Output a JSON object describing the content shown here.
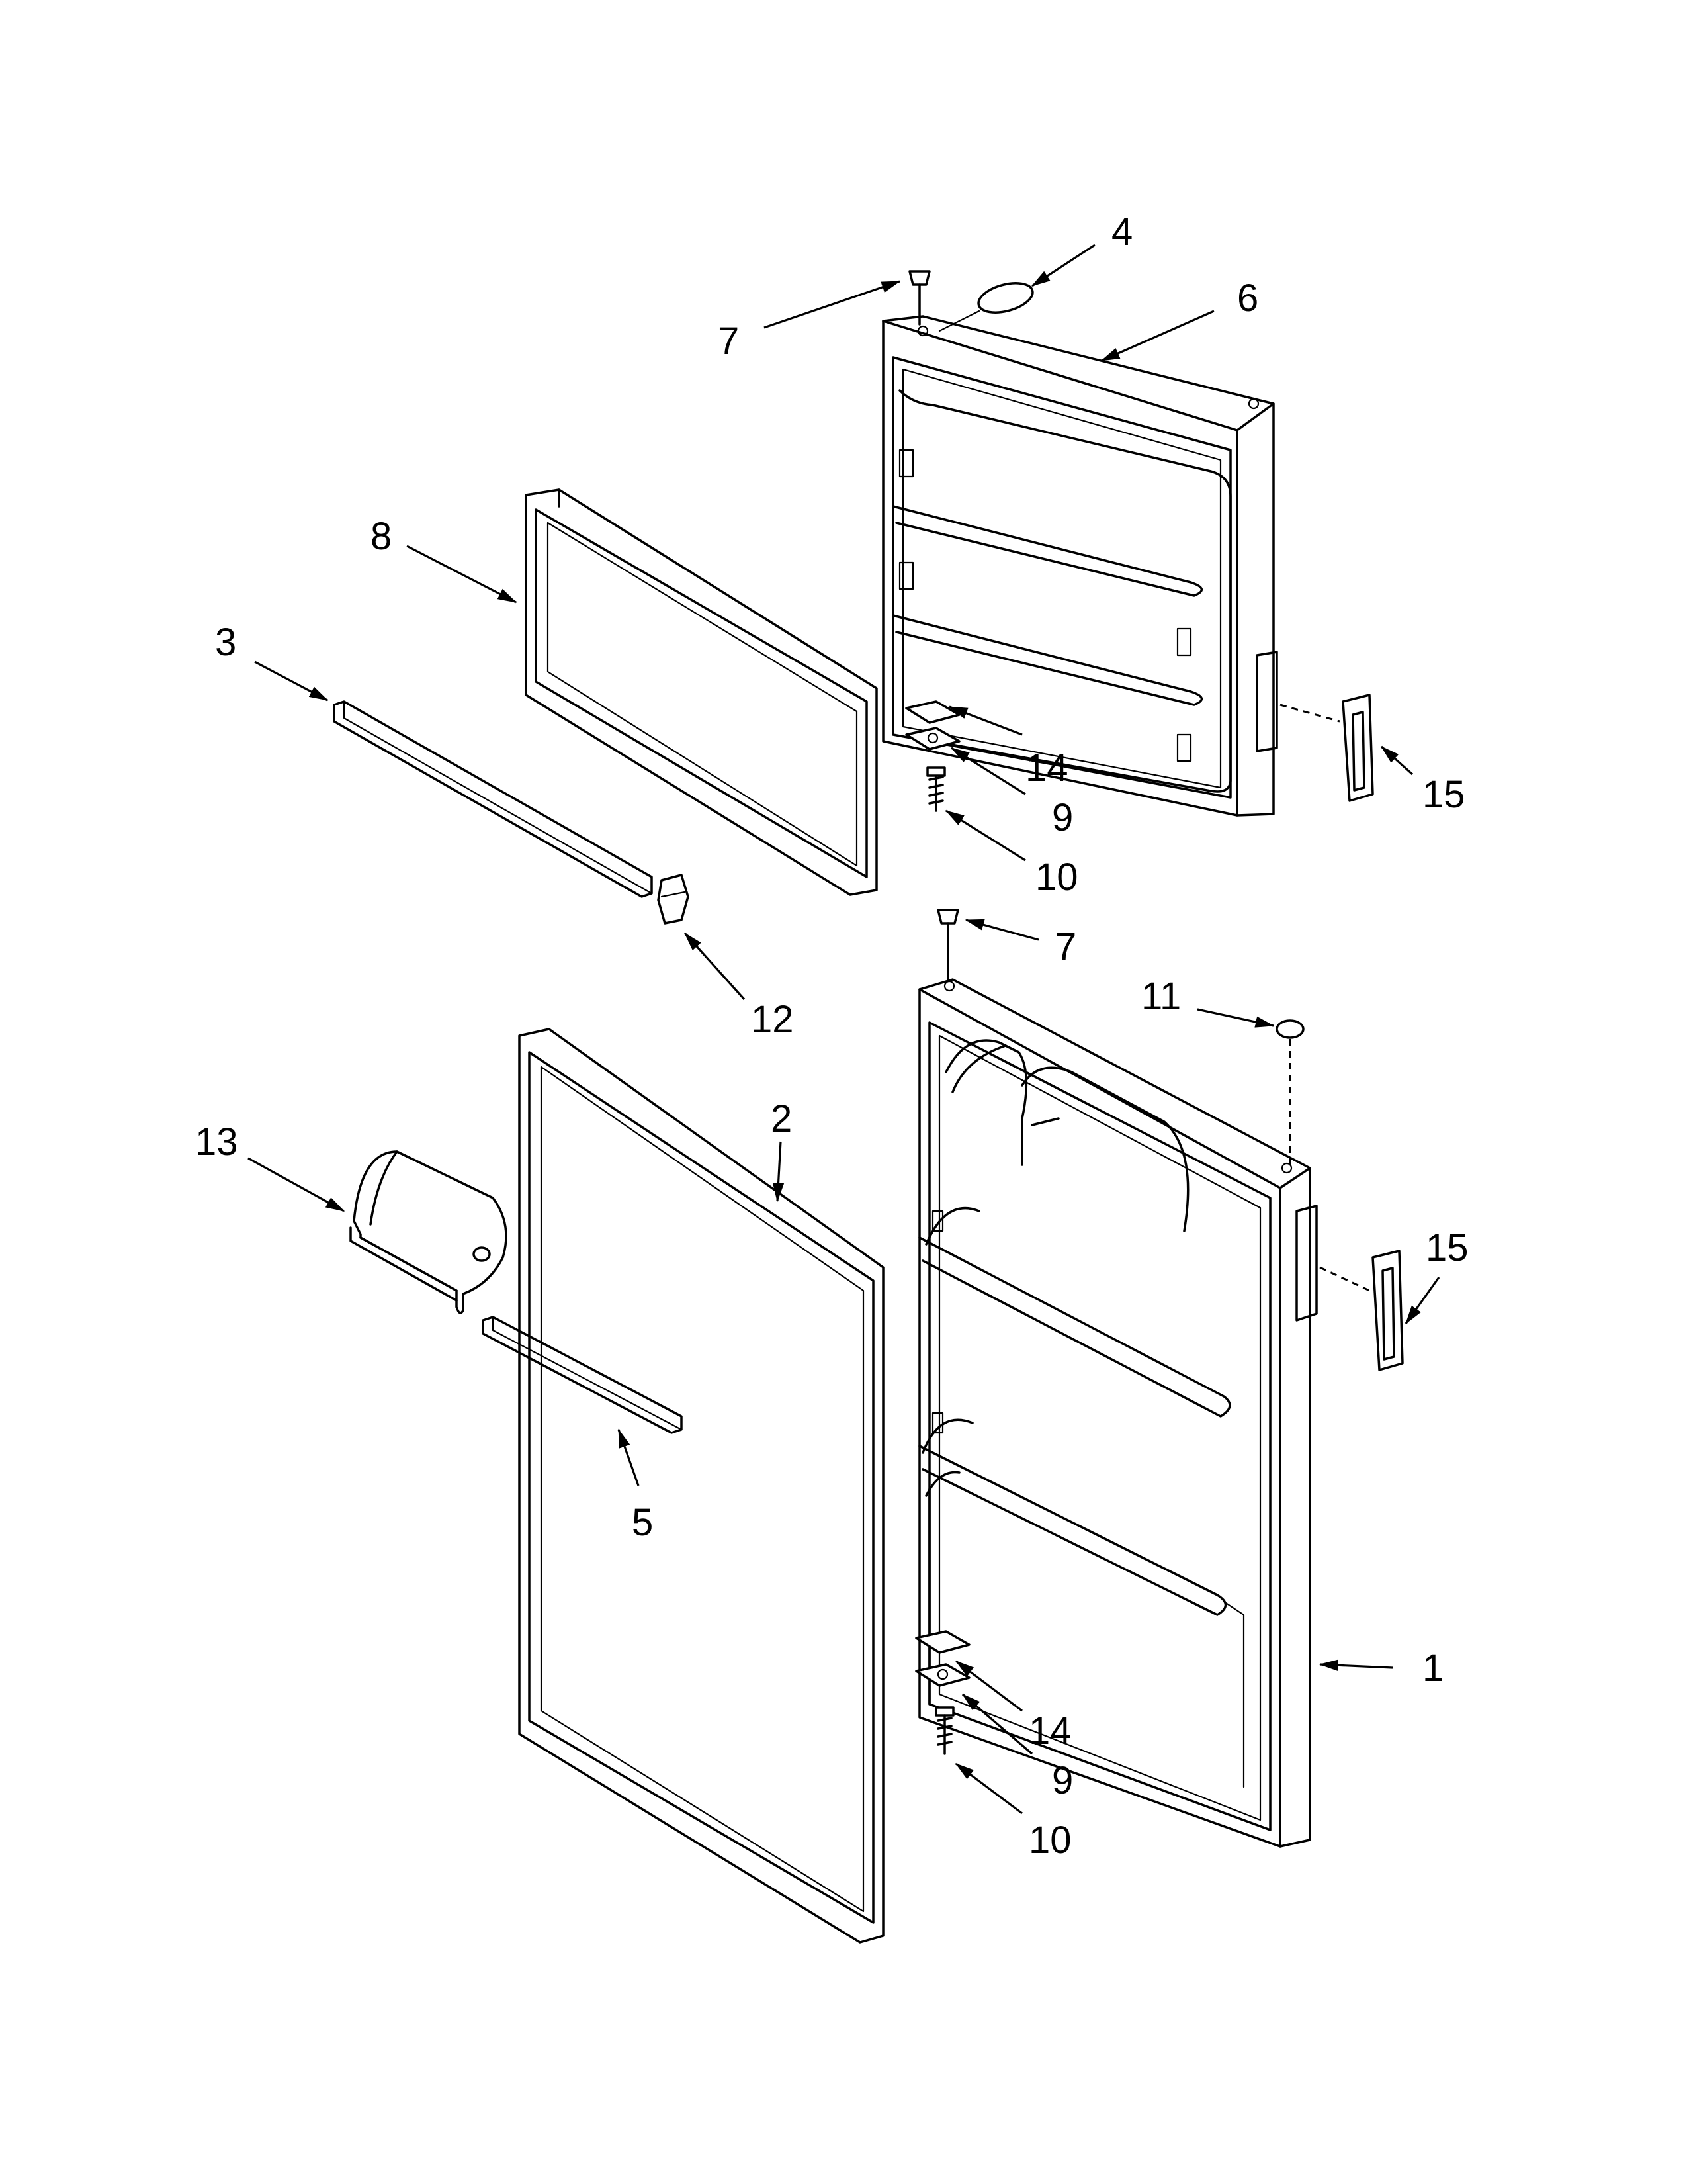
{
  "callouts": [
    {
      "id": "c4",
      "label": "4"
    },
    {
      "id": "c7a",
      "label": "7"
    },
    {
      "id": "c6",
      "label": "6"
    },
    {
      "id": "c8",
      "label": "8"
    },
    {
      "id": "c3",
      "label": "3"
    },
    {
      "id": "c14a",
      "label": "14"
    },
    {
      "id": "c9a",
      "label": "9"
    },
    {
      "id": "c10a",
      "label": "10"
    },
    {
      "id": "c15a",
      "label": "15"
    },
    {
      "id": "c12",
      "label": "12"
    },
    {
      "id": "c7b",
      "label": "7"
    },
    {
      "id": "c11",
      "label": "11"
    },
    {
      "id": "c13",
      "label": "13"
    },
    {
      "id": "c2",
      "label": "2"
    },
    {
      "id": "c15b",
      "label": "15"
    },
    {
      "id": "c5",
      "label": "5"
    },
    {
      "id": "c1",
      "label": "1"
    },
    {
      "id": "c14b",
      "label": "14"
    },
    {
      "id": "c9b",
      "label": "9"
    },
    {
      "id": "c10b",
      "label": "10"
    }
  ]
}
